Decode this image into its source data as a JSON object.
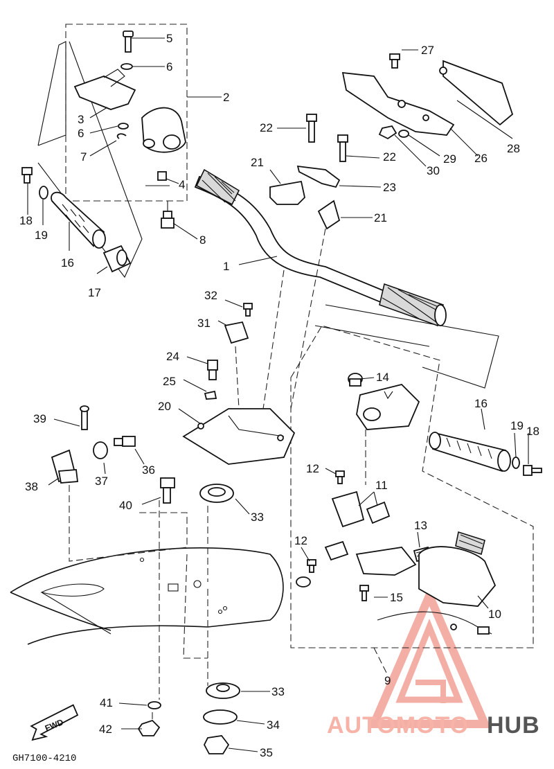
{
  "diagram_code": "GH7100-4210",
  "fwd_label": "FWD",
  "watermark": {
    "part1": "AUTOMOTO",
    "part2": "HUB"
  },
  "callouts": [
    "1",
    "2",
    "3",
    "4",
    "5",
    "6",
    "6",
    "7",
    "8",
    "9",
    "10",
    "11",
    "12",
    "12",
    "13",
    "14",
    "15",
    "16",
    "16",
    "17",
    "18",
    "18",
    "19",
    "19",
    "20",
    "21",
    "21",
    "22",
    "22",
    "23",
    "24",
    "25",
    "26",
    "27",
    "28",
    "29",
    "30",
    "31",
    "32",
    "33",
    "33",
    "34",
    "35",
    "36",
    "37",
    "38",
    "39",
    "40",
    "41",
    "42"
  ]
}
